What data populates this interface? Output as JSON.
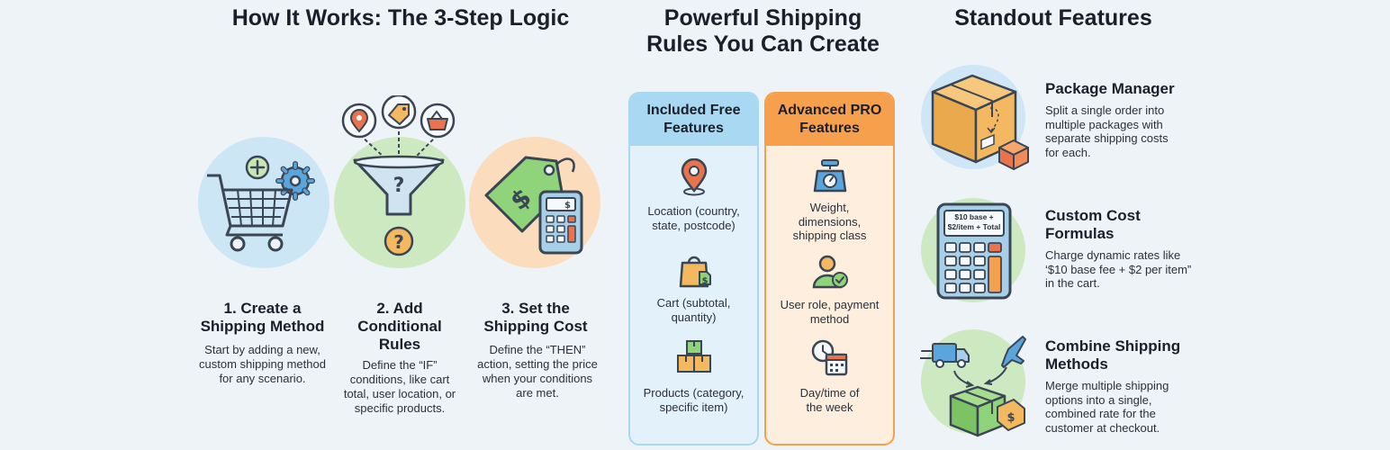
{
  "how_it_works": {
    "title": "How It Works: The 3-Step Logic",
    "steps": [
      {
        "title": "1. Create a Shipping Method",
        "desc": "Start by adding a new, custom shipping method for any scenario."
      },
      {
        "title": "2. Add Conditional Rules",
        "desc": "Define the “IF” conditions, like cart total, user location, or specific products."
      },
      {
        "title": "3. Set the Shipping Cost",
        "desc": "Define the “THEN” action, setting the price when your conditions are met."
      }
    ]
  },
  "rules": {
    "title": "Powerful Shipping Rules You Can Create",
    "free": {
      "header": "Included Free Features",
      "items": [
        {
          "label": "Location (country, state, postcode)",
          "icon": "location-pin-icon"
        },
        {
          "label": "Cart (subtotal, quantity)",
          "icon": "shopping-bag-icon"
        },
        {
          "label": "Products (category, specific item)",
          "icon": "boxes-icon"
        }
      ]
    },
    "pro": {
      "header": "Advanced PRO Features",
      "items": [
        {
          "label": "Weight, dimensions, shipping class",
          "icon": "scale-icon"
        },
        {
          "label": "User role, payment method",
          "icon": "user-check-icon"
        },
        {
          "label": "Day/time of the week",
          "icon": "clock-calendar-icon"
        }
      ]
    }
  },
  "standout": {
    "title": "Standout Features",
    "calc_screen": "$10 base + $2/item + Total",
    "features": [
      {
        "title": "Package Manager",
        "desc": "Split a single order into multiple packages with separate shipping costs for each."
      },
      {
        "title": "Custom Cost Formulas",
        "desc": "Charge dynamic rates like ‘$10 base fee + $2 per item” in the cart."
      },
      {
        "title": "Combine Shipping Methods",
        "desc": "Merge multiple shipping options into a single, combined rate for the customer at checkout."
      }
    ]
  },
  "colors": {
    "free_accent": "#a9d8f2",
    "pro_accent": "#f6a04d",
    "green_circle": "#cfe9c4",
    "blue_circle": "#cfe6f6",
    "orange_circle": "#fbdcbc"
  }
}
